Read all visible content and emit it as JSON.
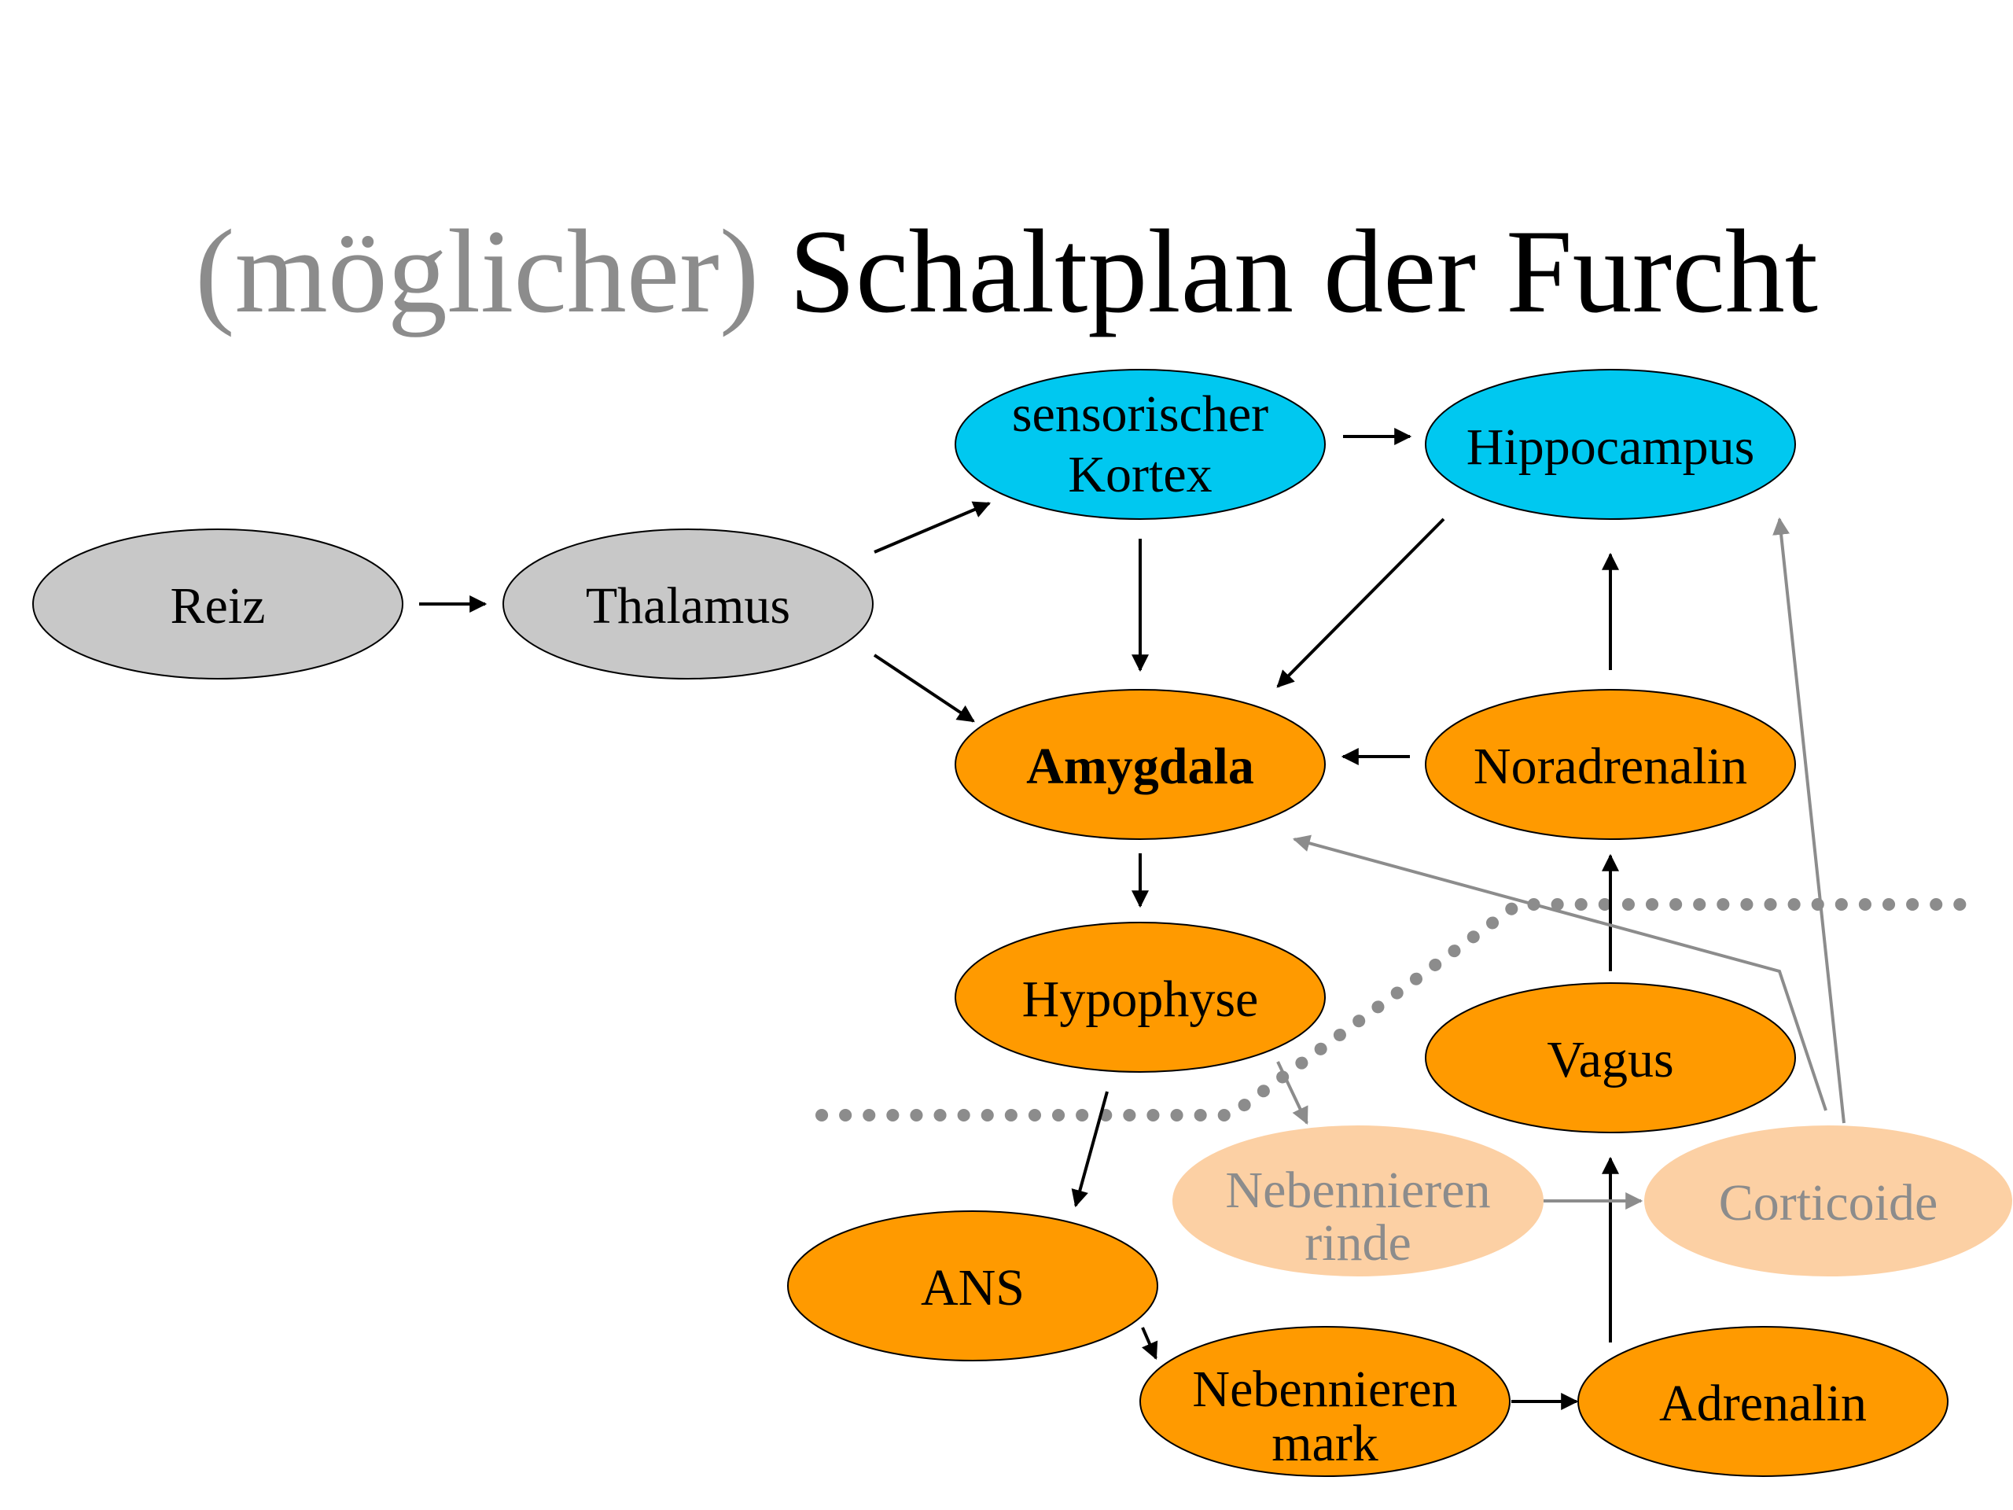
{
  "title": {
    "prefix": "(möglicher)",
    "main": "Schaltplan der Furcht"
  },
  "colors": {
    "gray_fill": "#c8c8c8",
    "cyan_fill": "#00c8f0",
    "orange_fill": "#ff9a00",
    "faded_fill": "#fcd0a4",
    "faded_text": "#8c8c8c",
    "arrow_black": "#000000",
    "arrow_gray": "#8c8c8c",
    "dotted_line": "#8c8c8c"
  },
  "nodes": {
    "reiz": "Reiz",
    "thalamus": "Thalamus",
    "sensorischer_kortex": [
      "sensorischer",
      "Kortex"
    ],
    "hippocampus": "Hippocampus",
    "amygdala": "Amygdala",
    "noradrenalin": "Noradrenalin",
    "hypophyse": "Hypophyse",
    "vagus": "Vagus",
    "nebennierenrinde": [
      "Nebennieren",
      "rinde"
    ],
    "corticoide": "Corticoide",
    "ans": "ANS",
    "nebennierenmark": [
      "Nebennieren",
      "mark"
    ],
    "adrenalin": "Adrenalin"
  }
}
